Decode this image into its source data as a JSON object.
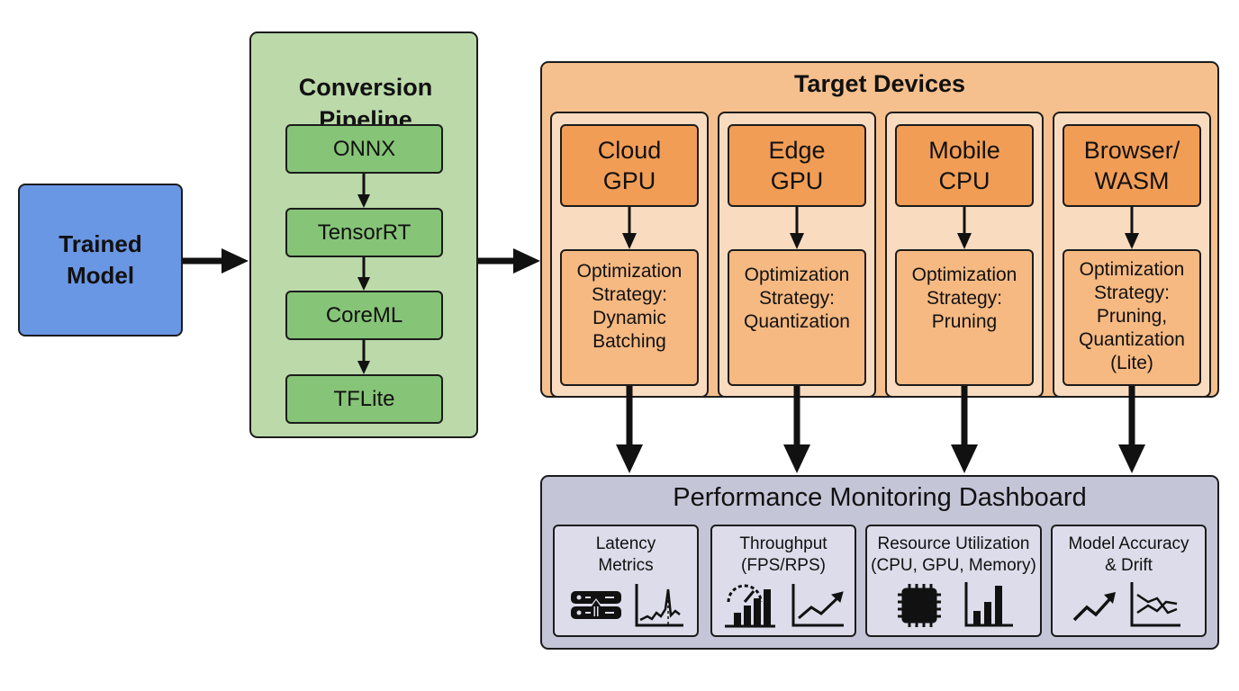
{
  "trained_model": {
    "label": "Trained\nModel"
  },
  "pipeline": {
    "title": "Conversion\nPipeline",
    "steps": [
      "ONNX",
      "TensorRT",
      "CoreML",
      "TFLite"
    ]
  },
  "target_devices": {
    "title": "Target Devices",
    "devices": [
      {
        "name": "Cloud\nGPU",
        "strategy": "Optimization\nStrategy:\nDynamic\nBatching"
      },
      {
        "name": "Edge\nGPU",
        "strategy": "Optimization\nStrategy:\nQuantization"
      },
      {
        "name": "Mobile\nCPU",
        "strategy": "Optimization\nStrategy:\nPruning"
      },
      {
        "name": "Browser/\nWASM",
        "strategy": "Optimization\nStrategy:\nPruning,\nQuantization\n(Lite)"
      }
    ]
  },
  "dashboard": {
    "title": "Performance Monitoring Dashboard",
    "panels": [
      {
        "label": "Latency\nMetrics",
        "icons": [
          "server-upload-icon",
          "latency-spike-chart-icon"
        ]
      },
      {
        "label": "Throughput\n(FPS/RPS)",
        "icons": [
          "speedometer-bars-icon",
          "trend-up-chart-icon"
        ]
      },
      {
        "label": "Resource Utilization\n(CPU, GPU, Memory)",
        "icons": [
          "cpu-chip-icon",
          "bar-chart-icon"
        ]
      },
      {
        "label": "Model Accuracy\n& Drift",
        "icons": [
          "trend-up-arrow-icon",
          "drift-chart-icon"
        ]
      }
    ]
  }
}
